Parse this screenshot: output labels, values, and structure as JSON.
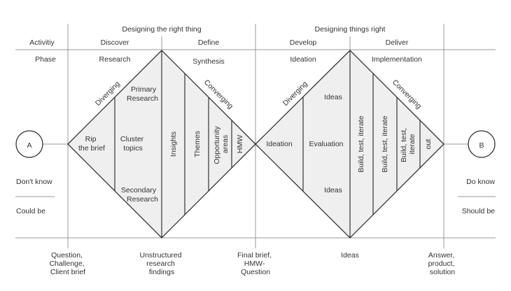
{
  "header": {
    "designing_right_thing": "Designing the right thing",
    "designing_things_right": "Designing things right"
  },
  "rows": {
    "activity_label": "Activitiy",
    "phase_label": "Phase"
  },
  "activities": {
    "discover": "Discover",
    "define": "Define",
    "develop": "Develop",
    "deliver": "Deliver"
  },
  "phases": {
    "research": "Research",
    "synthesis": "Synthesis",
    "ideation": "Ideation",
    "implementation": "Implementation"
  },
  "endpoints": {
    "start": "A",
    "end": "B"
  },
  "side_labels": {
    "dont_know": "Don't know",
    "could_be": "Could be",
    "do_know": "Do know",
    "should_be": "Should be"
  },
  "diamond1": {
    "diverging": "Diverging",
    "converging": "Converging",
    "rip_the_brief": [
      "Rip",
      "the brief"
    ],
    "cluster_topics": [
      "Cluster",
      "topics"
    ],
    "primary_research": [
      "Primary",
      "Research"
    ],
    "secondary_research": [
      "Secondary",
      "Research"
    ],
    "insights": "Insights",
    "themes": "Themes",
    "opportunity_areas": [
      "Opportunity",
      "areas"
    ],
    "hmw": "HMW"
  },
  "diamond2": {
    "diverging": "Diverging",
    "converging": "Converging",
    "ideation": "Ideation",
    "evaluation": "Evaluation",
    "ideas_top": "Ideas",
    "ideas_bottom": "Ideas",
    "build_1": "Build, test, iterate",
    "build_2": "Build, test, iterate",
    "build_3": [
      "Build, test,",
      "iterate"
    ],
    "out": "out"
  },
  "bottom_labels": {
    "question": [
      "Question,",
      "Challenge,",
      "Client brief"
    ],
    "unstructured": [
      "Unstructured",
      "research",
      "findings"
    ],
    "final_brief": [
      "Final brief,",
      "HMW-",
      "Question"
    ],
    "ideas": "Ideas",
    "answer": [
      "Answer,",
      "product,",
      "solution"
    ]
  }
}
